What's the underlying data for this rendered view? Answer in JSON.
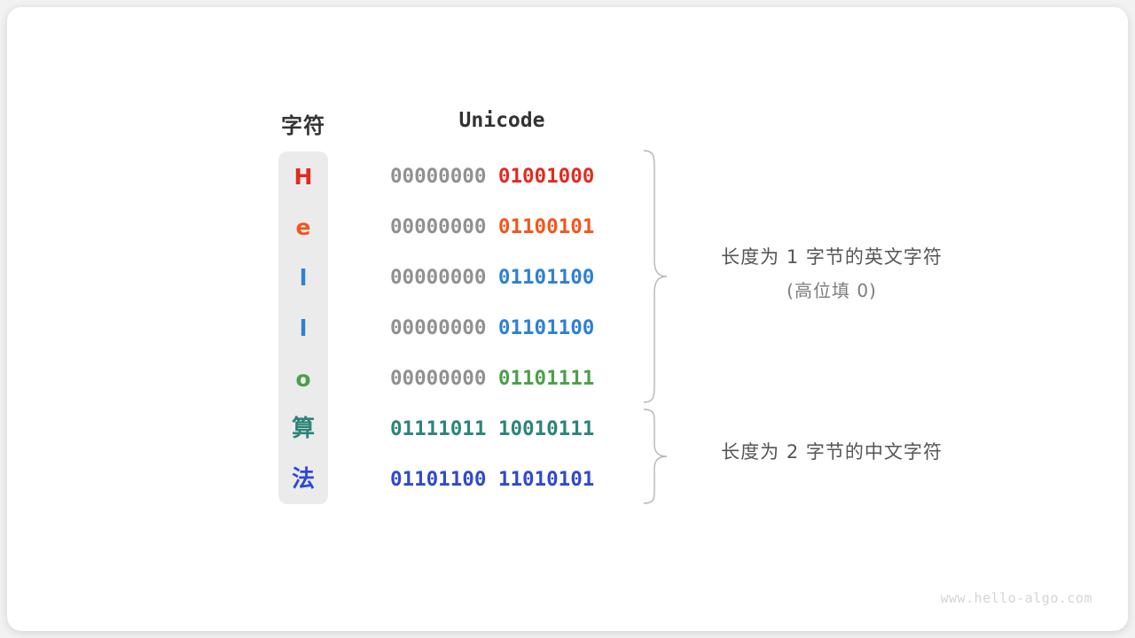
{
  "table": {
    "header_char": "字符",
    "header_code": "Unicode",
    "rows": [
      {
        "char": "H",
        "high": "00000000",
        "low": "01001000",
        "color": "#e02b20",
        "high_gray": true,
        "cjk": false
      },
      {
        "char": "e",
        "high": "00000000",
        "low": "01100101",
        "color": "#f1571b",
        "high_gray": true,
        "cjk": false
      },
      {
        "char": "l",
        "high": "00000000",
        "low": "01101100",
        "color": "#2e80d4",
        "high_gray": true,
        "cjk": false
      },
      {
        "char": "l",
        "high": "00000000",
        "low": "01101100",
        "color": "#2e80d4",
        "high_gray": true,
        "cjk": false
      },
      {
        "char": "o",
        "high": "00000000",
        "low": "01101111",
        "color": "#4b9f4b",
        "high_gray": true,
        "cjk": false
      },
      {
        "char": "算",
        "high": "01111011",
        "low": "10010111",
        "color": "#2b8577",
        "high_gray": false,
        "cjk": true
      },
      {
        "char": "法",
        "high": "01101100",
        "low": "11010101",
        "color": "#2f49d1",
        "high_gray": false,
        "cjk": true
      }
    ]
  },
  "annotations": {
    "ascii": {
      "line1": "长度为 1 字节的英文字符",
      "line2": "(高位填 0)"
    },
    "cjk": {
      "line1": "长度为 2 字节的中文字符",
      "line2": ""
    }
  },
  "watermark": "www.hello-algo.com",
  "colors": {
    "strip_background": "#ebebeb",
    "high_bits": "#909090",
    "brace": "#b5b5b5",
    "annotation_text": "#555555",
    "card_background": "#ffffff",
    "page_background": "#f2f2f2"
  }
}
